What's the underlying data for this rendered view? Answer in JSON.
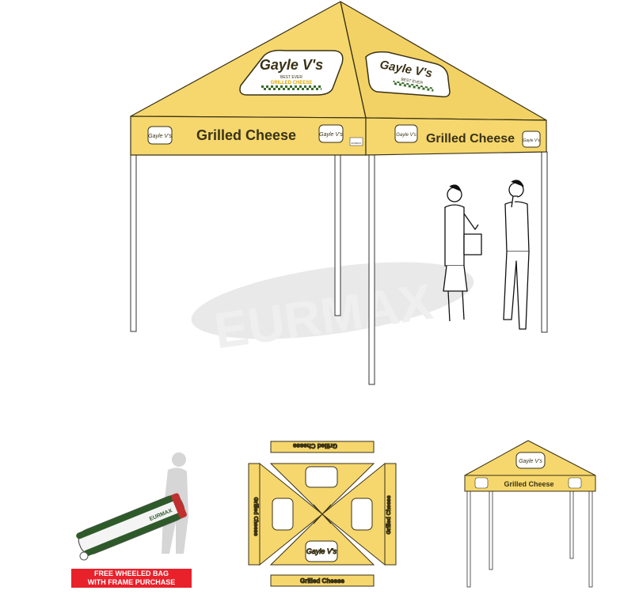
{
  "brand": {
    "logo_text": "Gayle V's",
    "logo_subline_1": "BEST EVER",
    "logo_subline_2": "GRILLED CHEESE",
    "watermark": "EURMAX",
    "maker_tag": "EURMAX"
  },
  "valance": {
    "front_text": "Grilled Cheese",
    "side_text": "Grilled Cheese"
  },
  "bag_offer": {
    "line_1": "FREE WHEELED BAG",
    "line_2": "WITH FRAME PURCHASE",
    "bag_label": "EURMAX"
  },
  "colors": {
    "canopy_yellow": "#f5d76e",
    "canopy_edge": "#6a5a1a",
    "frame_white": "#ffffff",
    "banner_red": "#e8212b",
    "checker_green": "#3a6b2a"
  },
  "icons": {
    "people": "people-figures-icon",
    "bag": "wheeled-bag-icon",
    "person_silhouette": "person-silhouette-icon"
  }
}
